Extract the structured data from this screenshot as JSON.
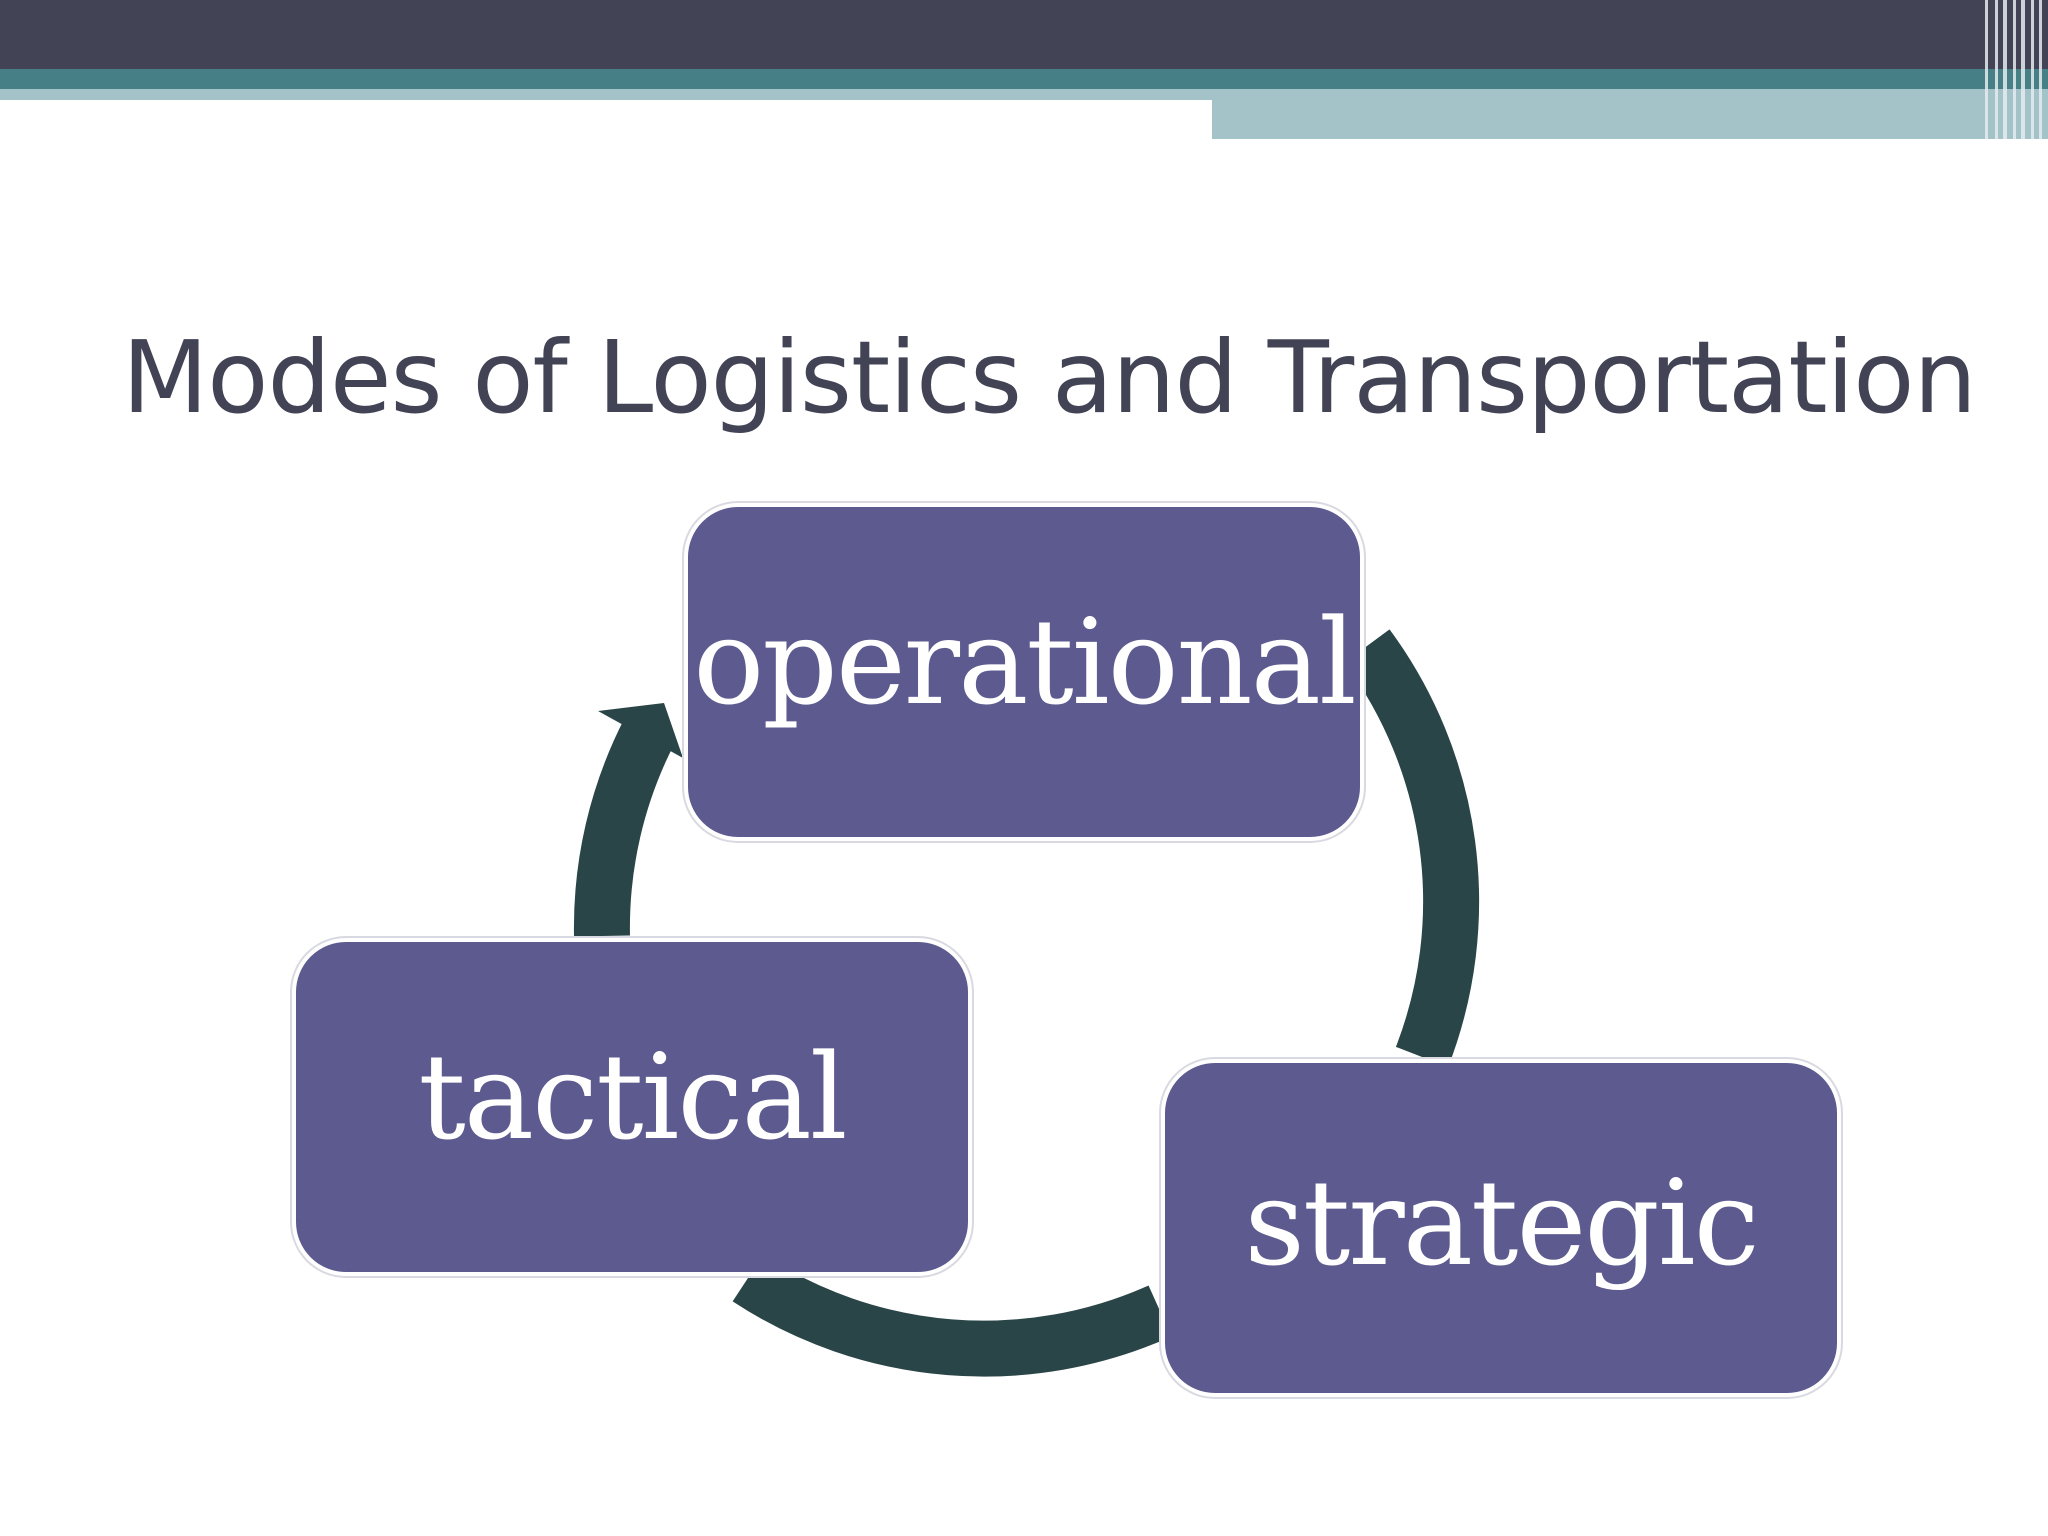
{
  "slide": {
    "title": "Modes of Logistics and Transportation"
  },
  "diagram": {
    "type": "cycle",
    "nodes": [
      {
        "id": "operational",
        "label": "operational"
      },
      {
        "id": "strategic",
        "label": "strategic"
      },
      {
        "id": "tactical",
        "label": "tactical"
      }
    ],
    "flow": [
      "operational",
      "strategic",
      "tactical",
      "operational"
    ]
  },
  "colors": {
    "header_dark": "#424456",
    "header_teal": "#467f85",
    "header_light": "#a3c3c8",
    "title_text": "#424456",
    "node_fill": "#5d5a8f",
    "node_text": "#ffffff",
    "cycle_arrow": "#2a4547"
  }
}
